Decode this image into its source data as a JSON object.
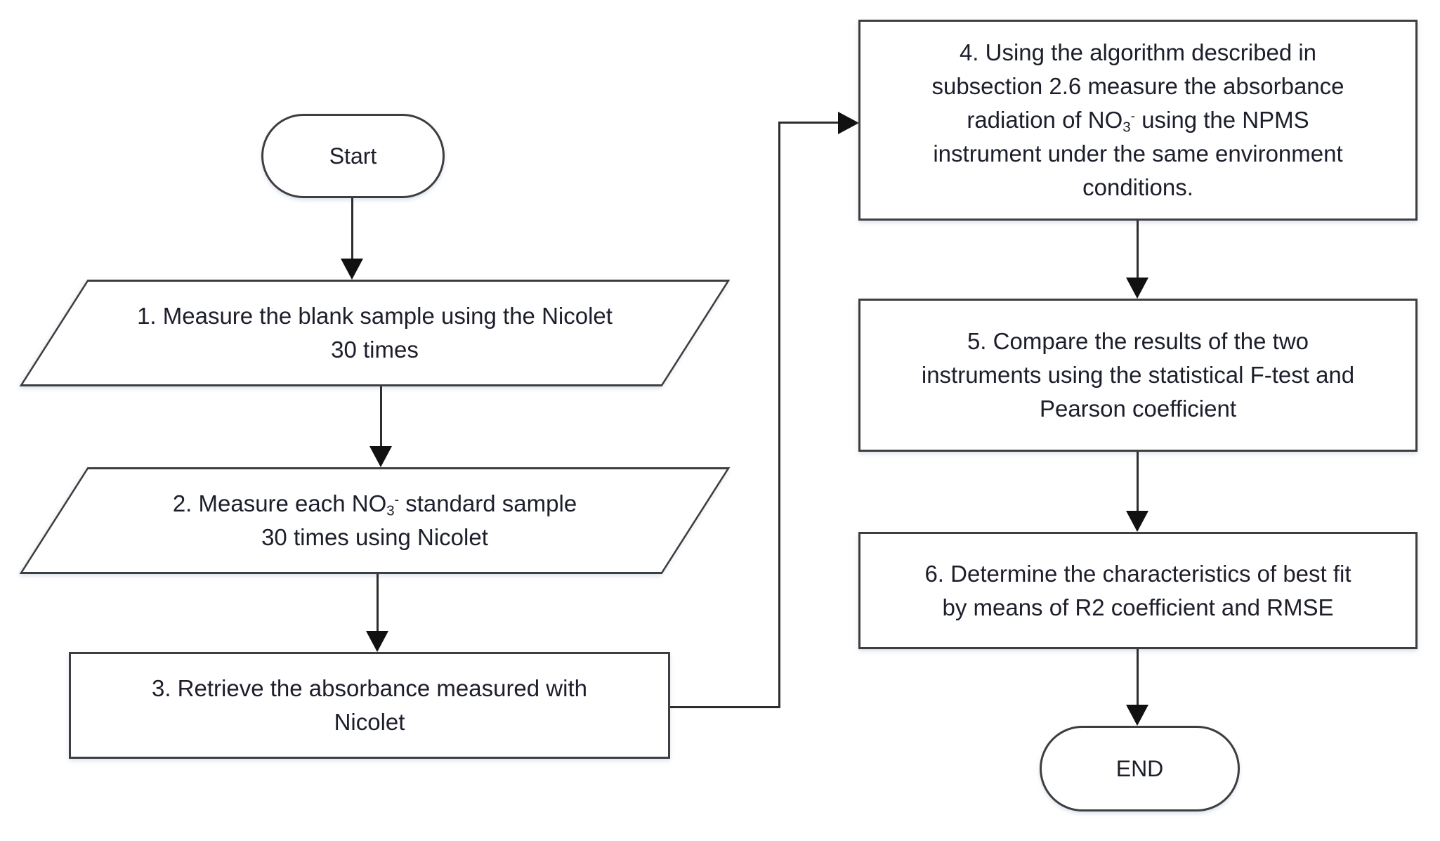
{
  "diagram": {
    "type": "flowchart",
    "colors": {
      "background": "#ffffff",
      "shape_fill": "#ffffff",
      "shape_border": "#3e3e3e",
      "arrow": "#111111",
      "text": "#1c1e2b"
    },
    "nodes": {
      "start": {
        "shape": "terminator",
        "label": "Start"
      },
      "step1": {
        "shape": "parallelogram",
        "l1": "1. Measure the blank sample using the Nicolet",
        "l2": "30 times"
      },
      "step2": {
        "shape": "parallelogram",
        "l1_pre": "2. Measure each NO",
        "l1_sub": "3",
        "l1_sup": "-",
        "l1_post": " standard sample",
        "l2": "30 times using Nicolet"
      },
      "step3": {
        "shape": "process",
        "l1": "3. Retrieve the absorbance measured with",
        "l2": "Nicolet"
      },
      "step4": {
        "shape": "process",
        "l1": "4. Using the algorithm described in",
        "l2": "subsection 2.6 measure the absorbance",
        "l3_pre": "radiation of NO",
        "l3_sub": "3",
        "l3_sup": "-",
        "l3_post": " using the NPMS",
        "l4": "instrument under the same environment",
        "l5": "conditions."
      },
      "step5": {
        "shape": "process",
        "l1": "5. Compare the results of the two",
        "l2": "instruments using the statistical F-test and",
        "l3": "Pearson coefficient"
      },
      "step6": {
        "shape": "process",
        "l1": "6. Determine the characteristics of best fit",
        "l2": "by means of R2 coefficient and RMSE"
      },
      "end": {
        "shape": "terminator",
        "label": "END"
      }
    },
    "edges": [
      "start->step1",
      "step1->step2",
      "step2->step3",
      "step3->step4",
      "step4->step5",
      "step5->step6",
      "step6->end"
    ]
  }
}
